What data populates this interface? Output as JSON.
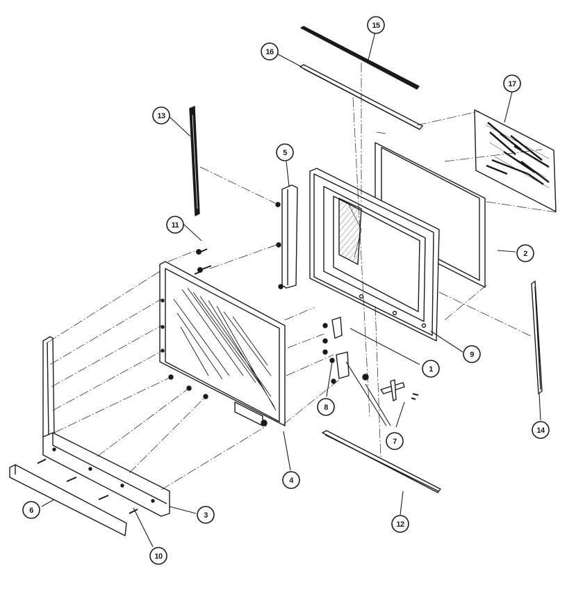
{
  "callouts": [
    {
      "id": "1",
      "label": "1"
    },
    {
      "id": "2",
      "label": "2"
    },
    {
      "id": "3",
      "label": "3"
    },
    {
      "id": "4",
      "label": "4"
    },
    {
      "id": "5",
      "label": "5"
    },
    {
      "id": "6",
      "label": "6"
    },
    {
      "id": "7",
      "label": "7"
    },
    {
      "id": "8",
      "label": "8"
    },
    {
      "id": "9",
      "label": "9"
    },
    {
      "id": "10",
      "label": "10"
    },
    {
      "id": "11",
      "label": "11"
    },
    {
      "id": "12",
      "label": "12"
    },
    {
      "id": "13",
      "label": "13"
    },
    {
      "id": "14",
      "label": "14"
    },
    {
      "id": "15",
      "label": "15"
    },
    {
      "id": "16",
      "label": "16"
    },
    {
      "id": "17",
      "label": "17"
    }
  ],
  "colors": {
    "ink": "#1a1a1a",
    "paper": "#ffffff"
  }
}
